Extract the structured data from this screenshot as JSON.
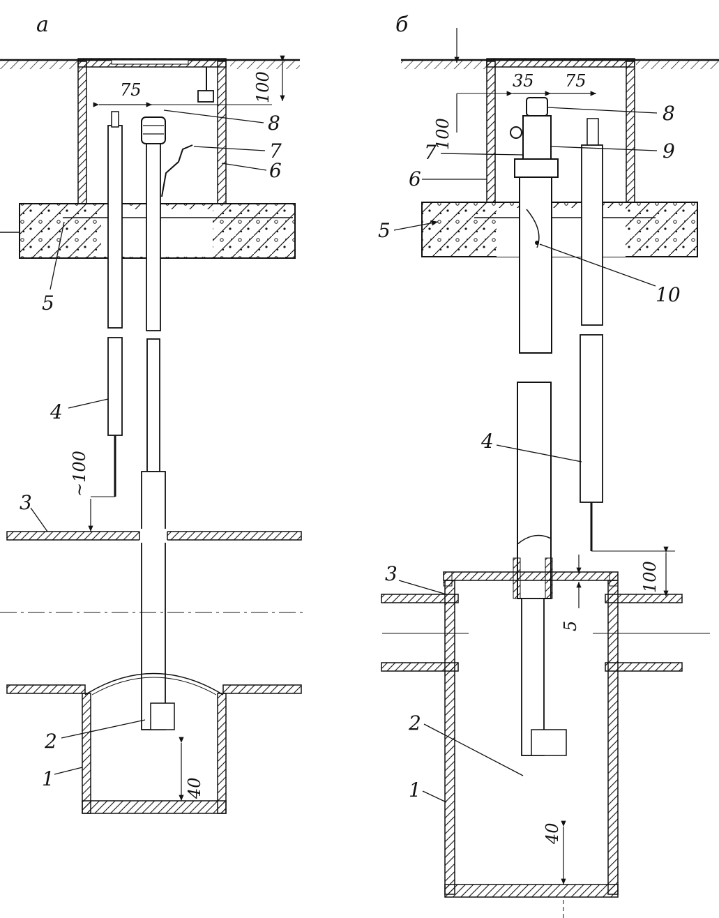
{
  "panels": {
    "a": {
      "title": "a"
    },
    "b": {
      "title": "б"
    }
  },
  "labels_a": {
    "n1": "1",
    "n2": "2",
    "n3": "3",
    "n4": "4",
    "n5": "5",
    "n6": "6",
    "n7": "7",
    "n8": "8"
  },
  "dims_a": {
    "d75": "75",
    "d100_top": "100",
    "d100_probe": "~100",
    "d40": "40"
  },
  "labels_b": {
    "n1": "1",
    "n2": "2",
    "n3": "3",
    "n4": "4",
    "n5": "5",
    "n6": "6",
    "n7": "7",
    "n8": "8",
    "n9": "9",
    "n10": "10"
  },
  "dims_b": {
    "d35": "35",
    "d75": "75",
    "d100_top": "100",
    "d100_probe": "100",
    "d5": "5",
    "d40": "40"
  },
  "colors": {
    "ink": "#111111",
    "paper": "#ffffff"
  }
}
